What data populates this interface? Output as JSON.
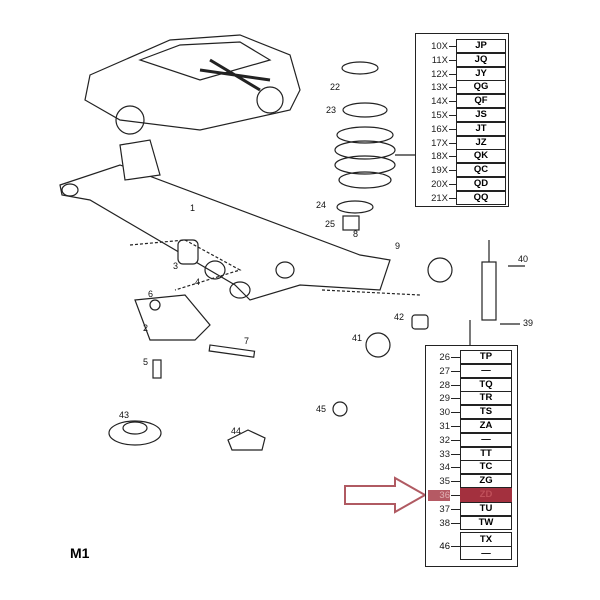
{
  "figure_label": "M1",
  "callouts": [
    "1",
    "2",
    "3",
    "4",
    "5",
    "6",
    "7",
    "8",
    "9",
    "22",
    "23",
    "24",
    "25",
    "39",
    "40",
    "41",
    "42",
    "43",
    "44",
    "45"
  ],
  "top_table": [
    {
      "num": "10X",
      "code": "JP"
    },
    {
      "num": "11X",
      "code": "JQ"
    },
    {
      "num": "12X",
      "code": "JY"
    },
    {
      "num": "13X",
      "code": "QG"
    },
    {
      "num": "14X",
      "code": "QF"
    },
    {
      "num": "15X",
      "code": "JS"
    },
    {
      "num": "16X",
      "code": "JT"
    },
    {
      "num": "17X",
      "code": "JZ"
    },
    {
      "num": "18X",
      "code": "QK"
    },
    {
      "num": "19X",
      "code": "QC"
    },
    {
      "num": "20X",
      "code": "QD"
    },
    {
      "num": "21X",
      "code": "QQ"
    }
  ],
  "bottom_table": [
    {
      "num": "26",
      "code": "TP"
    },
    {
      "num": "27",
      "code": "—"
    },
    {
      "num": "28",
      "code": "TQ"
    },
    {
      "num": "29",
      "code": "TR"
    },
    {
      "num": "30",
      "code": "TS"
    },
    {
      "num": "31",
      "code": "ZA"
    },
    {
      "num": "32",
      "code": "—"
    },
    {
      "num": "33",
      "code": "TT"
    },
    {
      "num": "34",
      "code": "TC"
    },
    {
      "num": "35",
      "code": "ZG"
    },
    {
      "num": "36",
      "code": "ZD",
      "highlight": true
    },
    {
      "num": "37",
      "code": "TU"
    },
    {
      "num": "38",
      "code": "TW"
    }
  ],
  "bottom_group": {
    "num": "46",
    "codes": [
      "TX",
      "—"
    ]
  },
  "colors": {
    "highlight": "#a3303e",
    "arrow": "#b05a62"
  }
}
